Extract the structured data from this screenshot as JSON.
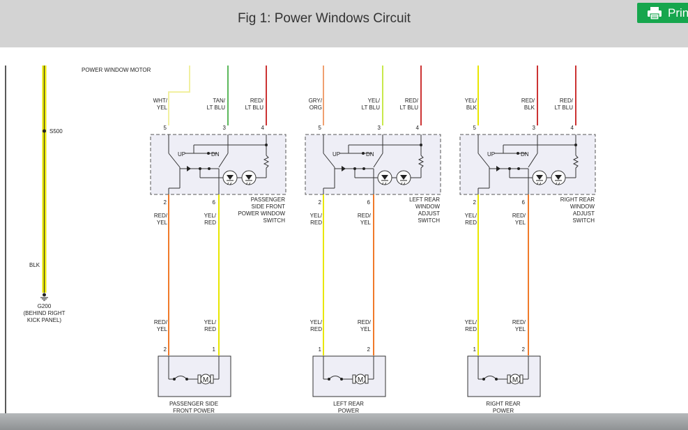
{
  "header": {
    "title": "Fig 1: Power Windows Circuit",
    "print_label": "Print"
  },
  "colors": {
    "header_bg": "#d3d3d3",
    "print_button": "#16a64d",
    "wire_yellow": "#e8e600",
    "wire_red": "#cc3333",
    "wire_green": "#5cb85c",
    "wire_orange": "#f07a2a",
    "switch_fill": "#eeeef6"
  },
  "icons": {
    "print": "printer-icon",
    "motor": "motor-icon",
    "ground": "ground-icon",
    "led": "led-icon"
  },
  "diagram": {
    "top_label": "POWER WINDOW MOTOR",
    "ground": {
      "splice": "S500",
      "wire": "BLK",
      "point": "G200",
      "location": [
        "(BEHIND RIGHT",
        "KICK PANEL)"
      ]
    },
    "switches": [
      {
        "name": [
          "PASSENGER",
          "SIDE FRONT",
          "POWER WINDOW",
          "SWITCH"
        ],
        "top_wires": [
          {
            "pin": "5",
            "color": [
              "WHT/",
              "YEL"
            ]
          },
          {
            "pin": "3",
            "color": [
              "TAN/",
              "LT BLU"
            ]
          },
          {
            "pin": "4",
            "color": [
              "RED/",
              "LT BLU"
            ]
          }
        ],
        "bottom_pins": [
          "2",
          "6"
        ],
        "bottom_wires": [
          [
            "RED/",
            "YEL"
          ],
          [
            "YEL/",
            "RED"
          ]
        ],
        "up": "UP",
        "dn": "DN",
        "motor_wires": [
          [
            "RED/",
            "YEL"
          ],
          [
            "YEL/",
            "RED"
          ]
        ],
        "motor_pins": [
          "2",
          "1"
        ],
        "motor_symbol": "M",
        "motor_label": [
          "PASSENGER SIDE",
          "FRONT POWER"
        ]
      },
      {
        "name": [
          "LEFT REAR",
          "WINDOW",
          "ADJUST",
          "SWITCH"
        ],
        "top_wires": [
          {
            "pin": "5",
            "color": [
              "GRY/",
              "ORG"
            ]
          },
          {
            "pin": "3",
            "color": [
              "YEL/",
              "LT BLU"
            ]
          },
          {
            "pin": "4",
            "color": [
              "RED/",
              "LT BLU"
            ]
          }
        ],
        "bottom_pins": [
          "2",
          "6"
        ],
        "bottom_wires": [
          [
            "YEL/",
            "RED"
          ],
          [
            "RED/",
            "YEL"
          ]
        ],
        "up": "UP",
        "dn": "DN",
        "motor_wires": [
          [
            "YEL/",
            "RED"
          ],
          [
            "RED/",
            "YEL"
          ]
        ],
        "motor_pins": [
          "1",
          "2"
        ],
        "motor_symbol": "M",
        "motor_label": [
          "LEFT REAR",
          "POWER"
        ]
      },
      {
        "name": [
          "RIGHT REAR",
          "WINDOW",
          "ADJUST",
          "SWITCH"
        ],
        "top_wires": [
          {
            "pin": "5",
            "color": [
              "YEL/",
              "BLK"
            ]
          },
          {
            "pin": "3",
            "color": [
              "RED/",
              "BLK"
            ]
          },
          {
            "pin": "4",
            "color": [
              "RED/",
              "LT BLU"
            ]
          }
        ],
        "bottom_pins": [
          "2",
          "6"
        ],
        "bottom_wires": [
          [
            "YEL/",
            "RED"
          ],
          [
            "RED/",
            "YEL"
          ]
        ],
        "up": "UP",
        "dn": "DN",
        "motor_wires": [
          [
            "YEL/",
            "RED"
          ],
          [
            "RED/",
            "YEL"
          ]
        ],
        "motor_pins": [
          "1",
          "2"
        ],
        "motor_symbol": "M",
        "motor_label": [
          "RIGHT REAR",
          "POWER"
        ]
      }
    ]
  }
}
